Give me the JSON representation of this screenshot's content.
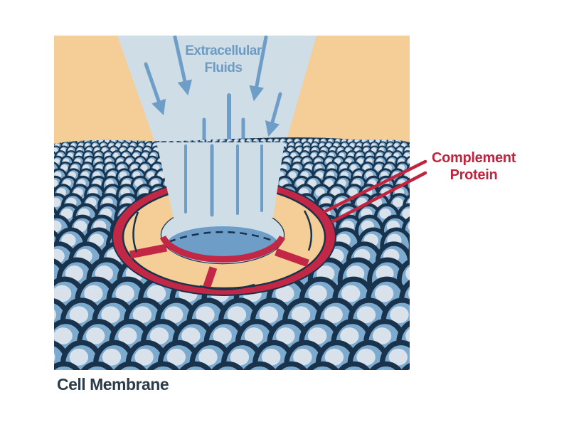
{
  "title": "Complement protein pore in cell membrane diagram",
  "labels": {
    "extracellular": {
      "line1": "Extracellular",
      "line2": "Fluids"
    },
    "complement": {
      "line1": "Complement",
      "line2": "Protein"
    },
    "cell_membrane": "Cell Membrane"
  },
  "icons": {
    "flow_arrow": "↓ (fluid flow arrow, 4 shown pointing down into pore)"
  },
  "colors": {
    "background": "#ffffff",
    "extracellular_tan": "#f5cd96",
    "fluid_light_blue": "#cfdde6",
    "fluid_mid_blue": "#6e9ec7",
    "membrane_dark_navy": "#18334b",
    "phospholipid_ball_blue": "#7dabd0",
    "phospholipid_highlight": "#d9e2ea",
    "protein_red": "#c32746",
    "protein_tan": "#f5cd96",
    "label_blue": "#6d9bc1",
    "label_red": "#c0243e",
    "label_dark": "#2d3c4b"
  }
}
